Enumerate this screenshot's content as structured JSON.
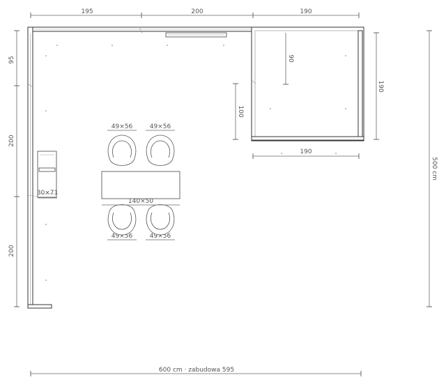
{
  "dimensions": {
    "top": [
      "195",
      "200",
      "190"
    ],
    "left": [
      "95",
      "200",
      "200"
    ],
    "right_total": "500 cm",
    "bottom_total": "600 cm · zabudowa 595",
    "right_module_depth": "190",
    "right_module_inner": "90",
    "right_module_bottom": "190",
    "side_panel": "100"
  },
  "furniture": {
    "chair_labels": [
      "49×56",
      "49×56",
      "49×56",
      "49×56"
    ],
    "table_label": "140×50",
    "cabinet_label": "30×71"
  }
}
